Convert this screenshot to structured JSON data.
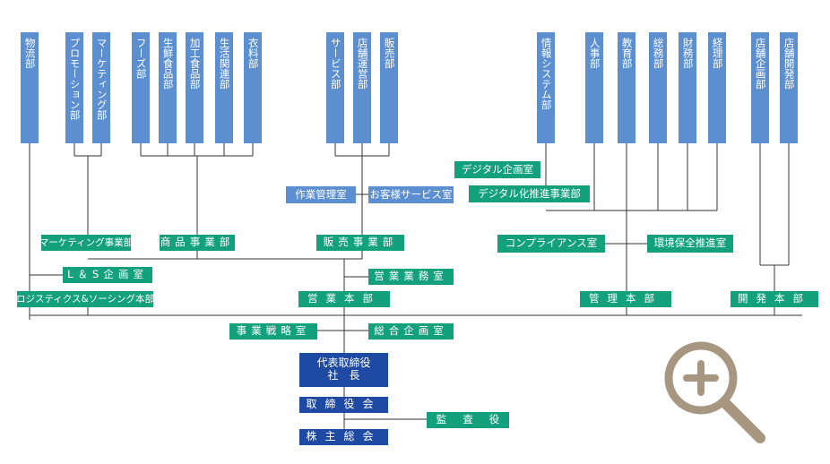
{
  "departments": {
    "logistics": "物流部",
    "promotion": "プロモーション部",
    "marketing": "マーケティング部",
    "foods": "フーズ部",
    "fresh_food": "生鮮食品部",
    "processed_food": "加工食品部",
    "lifestyle": "生活関連部",
    "clothing": "衣料部",
    "service": "サービス部",
    "store_operations": "店舗運営部",
    "sales_promo": "販売部",
    "it_systems": "情報システム部",
    "hr": "人事部",
    "education": "教育部",
    "general_affairs": "総務部",
    "finance": "財務部",
    "accounting": "経理部",
    "store_planning": "店舗企画部",
    "store_development": "店舗開発部"
  },
  "offices": {
    "operations_management": "作業管理室",
    "customer_service": "お客様サービス室",
    "digital_planning": "デジタル企画室",
    "digital_promotion": "デジタル化推進事業部",
    "marketing_division": "マーケティング事業部",
    "merchandise_division": "商品事業部",
    "sales_division": "販売事業部",
    "compliance": "コンプライアンス室",
    "environmental": "環境保全推進室",
    "ls_planning": "L＆S企画室",
    "sales_business": "営業業務室",
    "logistics_hq": "ロジスティクス&ソーシング本部",
    "sales_hq": "営業本部",
    "admin_hq": "管理本部",
    "development_hq": "開発本部",
    "strategy": "事業戦略室",
    "corporate_planning": "総合企画室"
  },
  "executive": {
    "ceo_title": "代表取締役",
    "ceo_role": "社長",
    "board": "取締役会",
    "auditor": "監査役",
    "shareholders": "株主総会"
  },
  "icon": {
    "zoom": "zoom-in-magnifier-icon"
  },
  "colors": {
    "dept": "#5b8fd0",
    "office": "#13a07d",
    "executive": "#1e4aa3",
    "lines": "#333333",
    "icon": "#a89780"
  }
}
